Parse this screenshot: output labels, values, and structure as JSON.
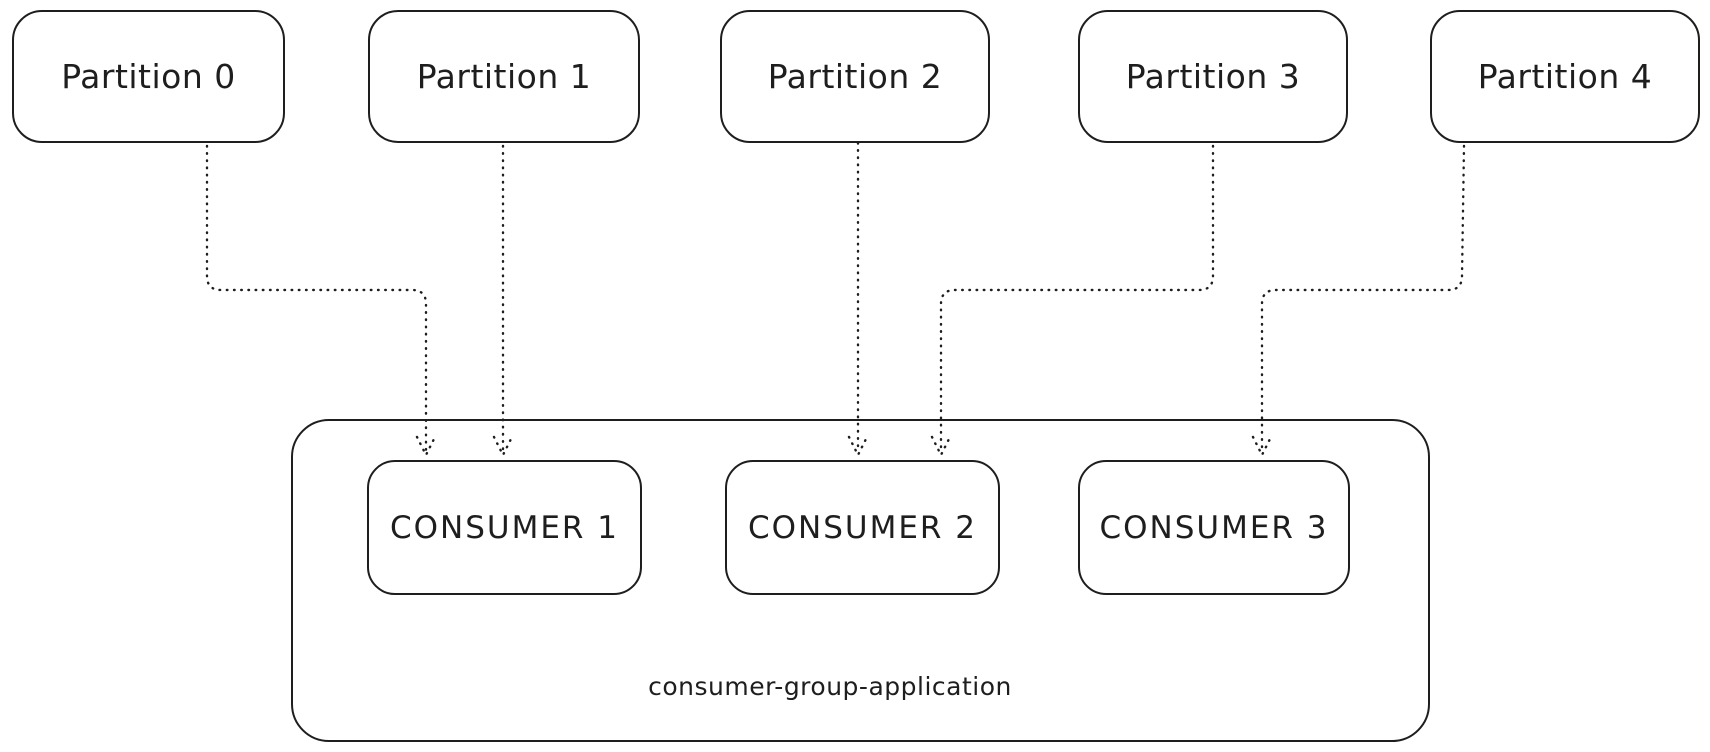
{
  "diagram": {
    "type": "kafka-consumer-group-assignment",
    "background_color": "#ffffff",
    "stroke_color": "#1e1e1e",
    "line_style": "dotted",
    "partitions": [
      {
        "label": "Partition 0"
      },
      {
        "label": "Partition 1"
      },
      {
        "label": "Partition 2"
      },
      {
        "label": "Partition 3"
      },
      {
        "label": "Partition 4"
      }
    ],
    "consumer_group": {
      "label": "consumer-group-application",
      "consumers": [
        {
          "label": "CONSUMER 1"
        },
        {
          "label": "CONSUMER 2"
        },
        {
          "label": "CONSUMER 3"
        }
      ]
    },
    "assignments": [
      {
        "from": "Partition 0",
        "to": "CONSUMER 1"
      },
      {
        "from": "Partition 1",
        "to": "CONSUMER 1"
      },
      {
        "from": "Partition 2",
        "to": "CONSUMER 2"
      },
      {
        "from": "Partition 3",
        "to": "CONSUMER 2"
      },
      {
        "from": "Partition 4",
        "to": "CONSUMER 3"
      }
    ]
  }
}
